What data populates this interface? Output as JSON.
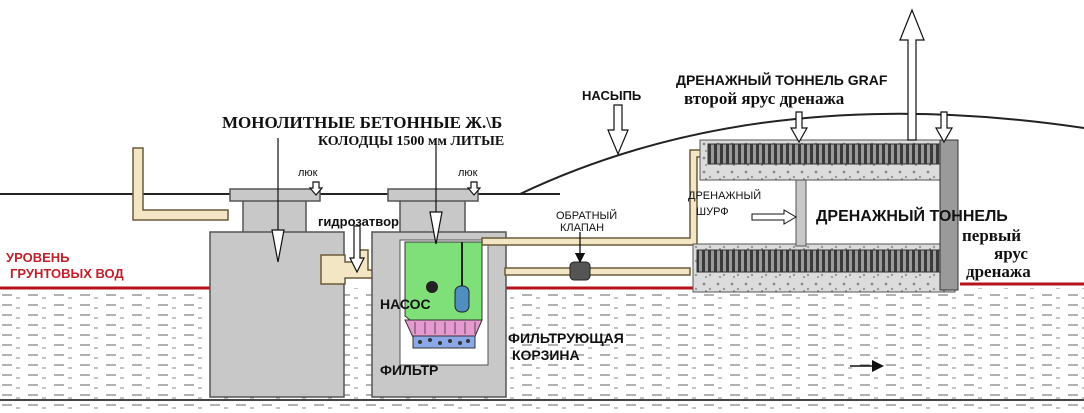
{
  "labels": {
    "title_line1": "МОНОЛИТНЫЕ БЕТОННЫЕ Ж.\\Б",
    "title_line2": "КОЛОДЦЫ 1500 мм ЛИТЫЕ",
    "luk_left": "люк",
    "luk_right": "люк",
    "gidrozatvor": "гидрозатвор",
    "ground_water_line1": "УРОВЕНЬ",
    "ground_water_line2": "ГРУНТОВЫХ ВОД",
    "nasos": "НАСОС",
    "filter_basket_line1": "ФИЛЬТРУЮЩАЯ",
    "filter_basket_line2": "КОРЗИНА",
    "filter": "ФИЛЬТР",
    "nasyp": "НАСЫПЬ",
    "check_valve_line1": "ОБРАТНЫЙ",
    "check_valve_line2": "КЛАПАН",
    "tunnel_top_line1": "ДРЕНАЖНЫЙ ТОННЕЛЬ GRAF",
    "tunnel_top_line2": "второй ярус дренажа",
    "shurf_line1": "ДРЕНАЖНЫЙ",
    "shurf_line2": "ШУРФ",
    "tunnel_bottom_line1": "ДРЕНАЖНЫЙ ТОННЕЛЬ",
    "tunnel_bottom_line2": "первый",
    "tunnel_bottom_line3": "ярус",
    "tunnel_bottom_line4": "дренажа"
  },
  "colors": {
    "concrete": "#c8c8c8",
    "pipe": "#f3e6c4",
    "pipe_stroke": "#6b5a3a",
    "green_tank": "#7fe07a",
    "water_level": "#b5121b",
    "pump_blue": "#4f8fbf",
    "filter_pink": "#e79ad0",
    "filter_blue": "#8aa8e8",
    "tunnel_dark": "#555555"
  }
}
